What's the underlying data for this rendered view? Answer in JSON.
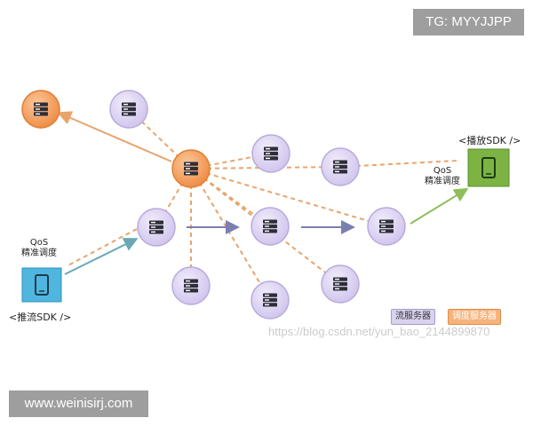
{
  "overlay": {
    "top_right": "TG: MYYJJPP",
    "bottom_left": "www.weinisirj.com"
  },
  "labels": {
    "push_sdk": "<推流SDK />",
    "play_sdk": "<播放SDK />",
    "qos_left_line1": "QoS",
    "qos_left_line2": "精准调度",
    "qos_right_line1": "QoS",
    "qos_right_line2": "精准调度"
  },
  "legend": {
    "stream_server": "流服务器",
    "schedule_server": "调度服务器"
  },
  "watermark": "https://blog.csdn.net/yun_bao_2144899870",
  "colors": {
    "stream_node_fill": "#ddd4f2",
    "stream_node_stroke": "#b8abdc",
    "schedule_node_fill": "#f4a466",
    "schedule_node_stroke": "#e07f35",
    "push_device": "#4fb6e0",
    "play_device": "#7cb342",
    "dashed_link": "#e8a46b",
    "flow_arrow": "#7a7fb0",
    "green_arrow": "#8fbf5a",
    "teal_arrow": "#6aa8b5"
  },
  "icons": {
    "server": "server-icon",
    "phone": "phone-icon"
  }
}
